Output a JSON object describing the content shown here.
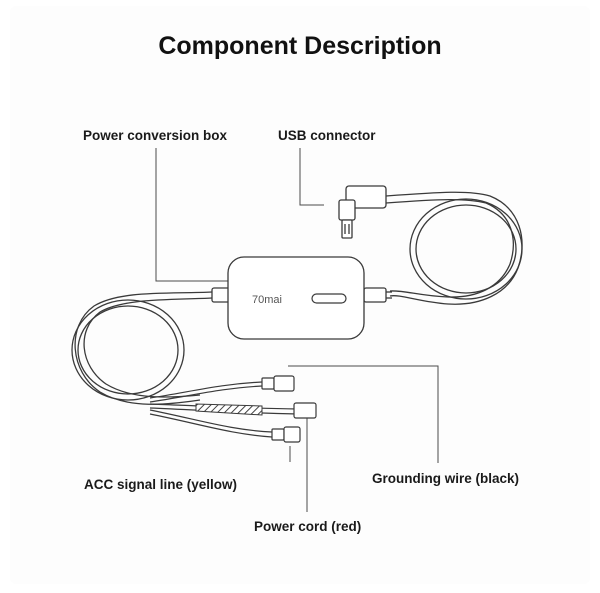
{
  "title": "Component Description",
  "brand": "70mai",
  "labels": {
    "power_box": "Power conversion box",
    "usb": "USB connector",
    "ground": "Grounding wire (black)",
    "acc": "ACC signal line (yellow)",
    "power_cord": "Power cord (red)"
  },
  "colors": {
    "line": "#3a3a3a",
    "leader": "#4a4a4a",
    "box_fill": "#ffffff"
  }
}
